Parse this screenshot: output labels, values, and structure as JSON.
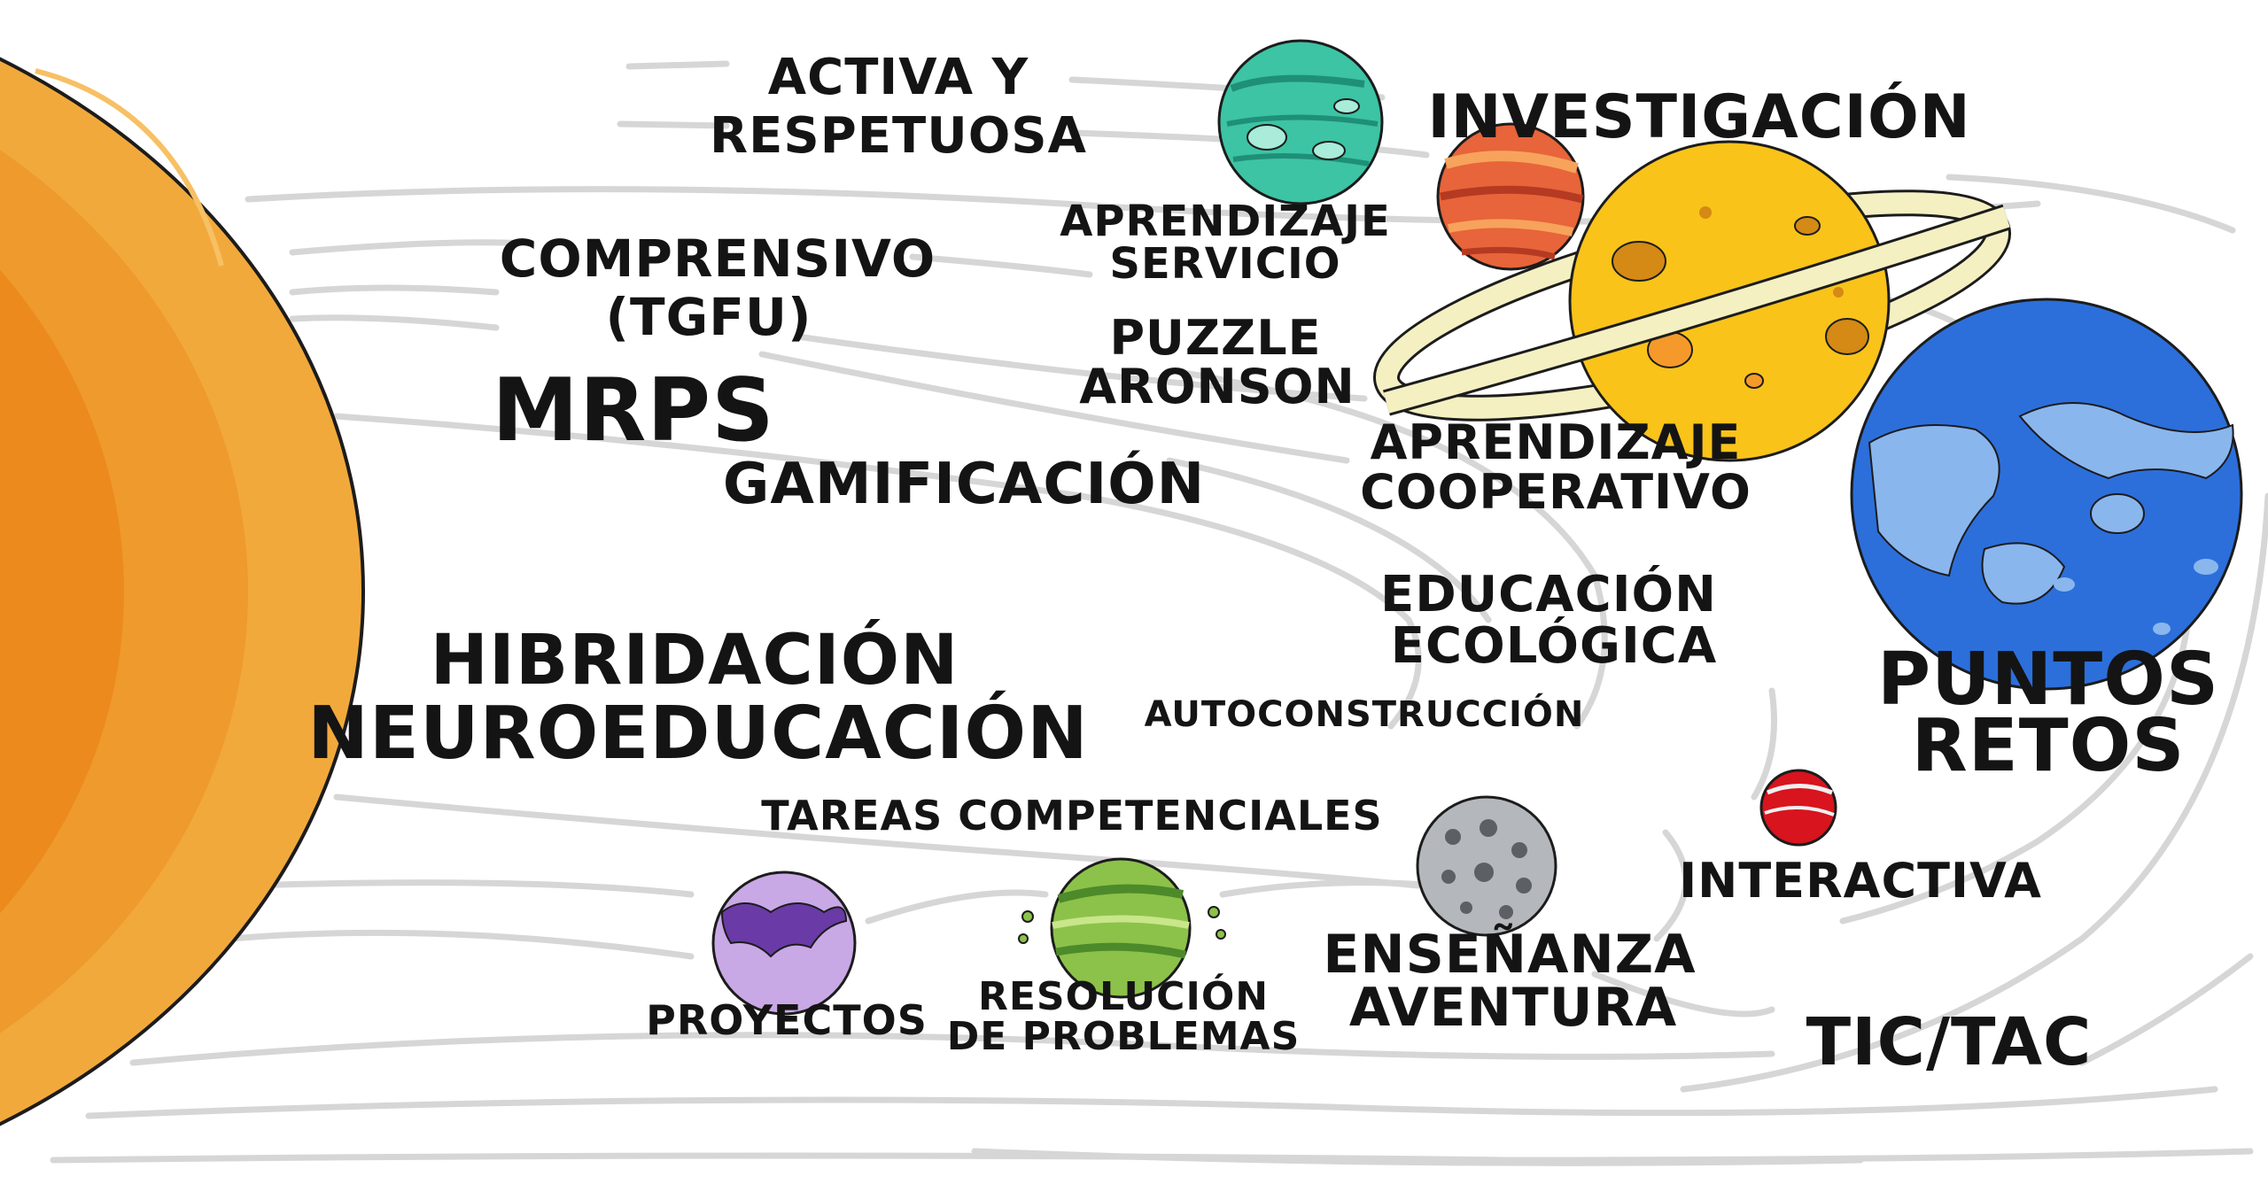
{
  "labels": {
    "activa_1": "ACTIVA Y",
    "activa_2": "RESPETUOSA",
    "investigacion": "INVESTIGACIÓN",
    "aprendizaje_servicio_1": "APRENDIZAJE",
    "aprendizaje_servicio_2": "SERVICIO",
    "comprensivo_1": "COMPRENSIVO",
    "comprensivo_2": "(TGFU)",
    "puzzle_1": "PUZZLE",
    "puzzle_2": "ARONSON",
    "mrps": "MRPS",
    "aprendizaje_coop_1": "APRENDIZAJE",
    "aprendizaje_coop_2": "COOPERATIVO",
    "gamificacion": "GAMIFICACIÓN",
    "educacion_eco_1": "EDUCACIÓN",
    "educacion_eco_2": "ECOLÓGICA",
    "hibridacion": "HIBRIDACIÓN",
    "neuroeducacion": "NEUROEDUCACIÓN",
    "autoconstruccion": "AUTOCONSTRUCCIÓN",
    "puntos": "PUNTOS",
    "retos": "RETOS",
    "tareas": "TAREAS COMPETENCIALES",
    "interactiva": "INTERACTIVA",
    "ensenanza_1": "ENSEÑANZA",
    "ensenanza_2": "AVENTURA",
    "resolucion_1": "RESOLUCIÓN",
    "resolucion_2": "DE PROBLEMAS",
    "proyectos": "PROYECTOS",
    "tic": "TIC/TAC"
  },
  "colors": {
    "sun_outer": "#f2a93b",
    "sun_inner": "#ec8a1e",
    "teal": "#3cc4a4",
    "orange_red": "#e8643a",
    "yellow": "#f9c31a",
    "blue": "#2c6fdb",
    "light_blue": "#8ab6ee",
    "red": "#d8141e",
    "gray": "#b4b8bc",
    "green": "#8cc24a",
    "purple": "#c9a8e6",
    "dark_purple": "#6a3aa6"
  },
  "icons": [
    "sun-icon",
    "teal-planet-icon",
    "striped-planet-icon",
    "ringed-planet-icon",
    "blue-planet-icon",
    "red-planet-icon",
    "gray-cratered-planet-icon",
    "green-striped-planet-icon",
    "purple-planet-icon"
  ]
}
